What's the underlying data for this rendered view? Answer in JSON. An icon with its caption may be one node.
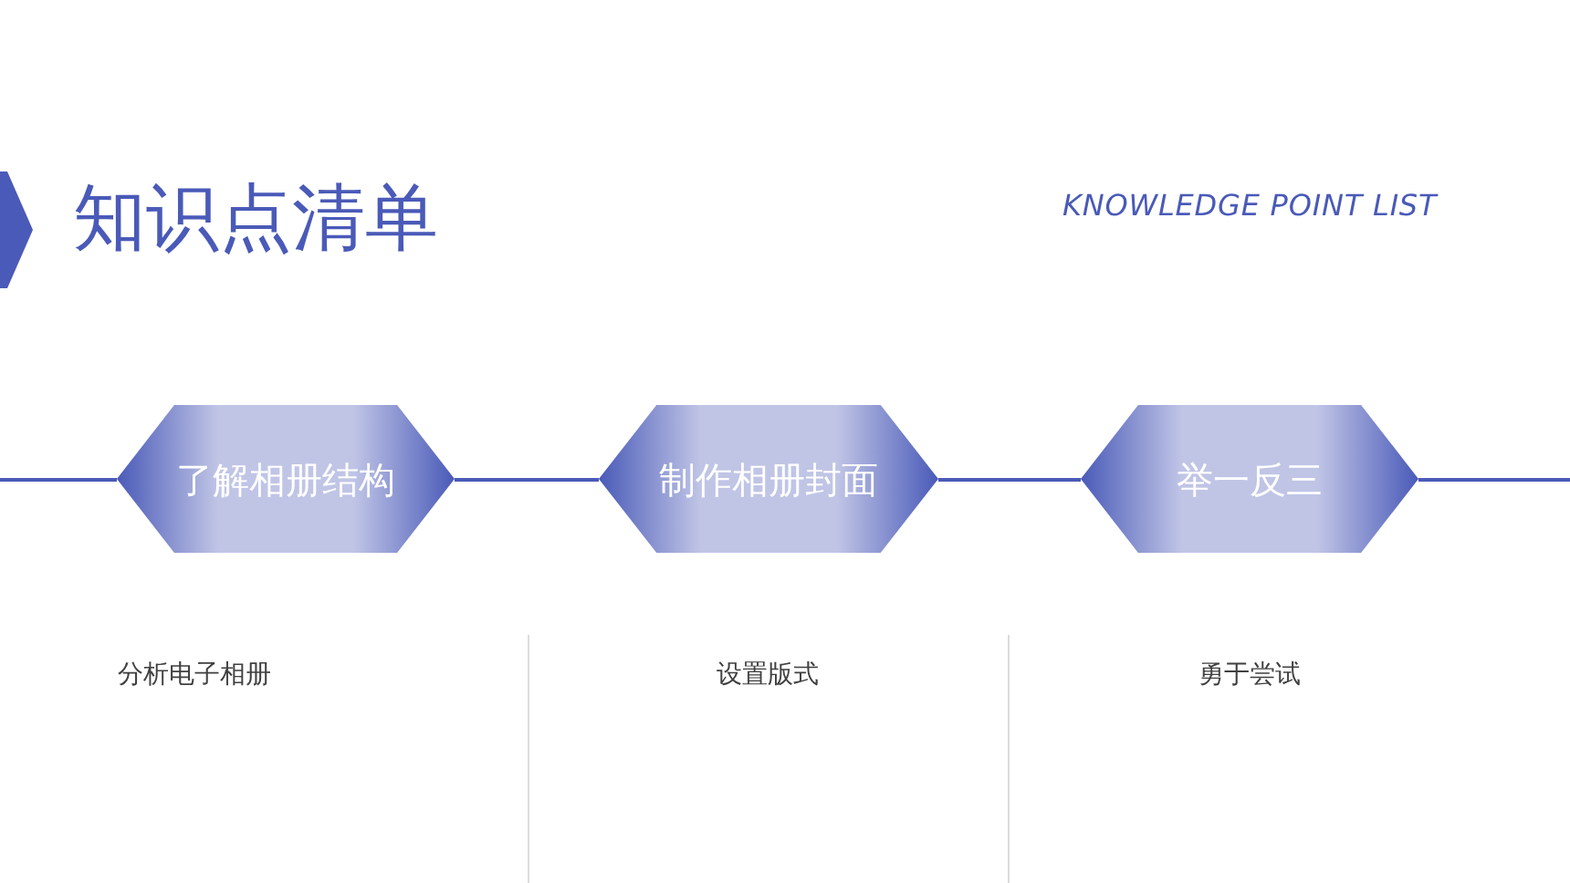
{
  "diagram": {
    "title": "知识点清单",
    "nodes": [
      {
        "text": [
          "了解相册结构"
        ]
      },
      {
        "text": [
          "制作相册封面"
        ]
      },
      {
        "text": [
          "举一反三"
        ]
      }
    ],
    "edges": [
      {
        "from": null,
        "to": 0,
        "arrow": "none"
      },
      {
        "from": 0,
        "to": 1,
        "arrow": "none"
      },
      {
        "from": 1,
        "to": 2,
        "arrow": "none"
      },
      {
        "from": 2,
        "to": null,
        "arrow": "none"
      }
    ],
    "labels": [
      "KNOWLEDGE POINT LIST",
      "分析电子相册",
      "设置版式",
      "勇于尝试"
    ]
  }
}
